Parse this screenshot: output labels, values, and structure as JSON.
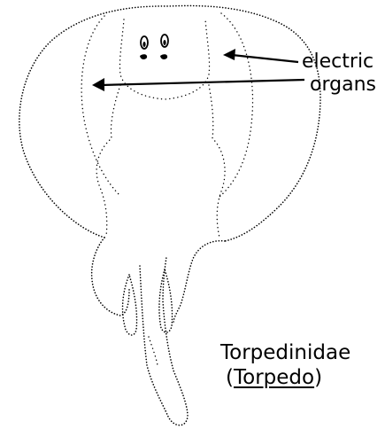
{
  "labels": {
    "electric": "electric",
    "organs": "organs",
    "family": "Torpedinidae",
    "genus_open": "(",
    "genus": "Torpedo",
    "genus_close": ")"
  },
  "colors": {
    "ink": "#000000",
    "background": "#ffffff"
  }
}
